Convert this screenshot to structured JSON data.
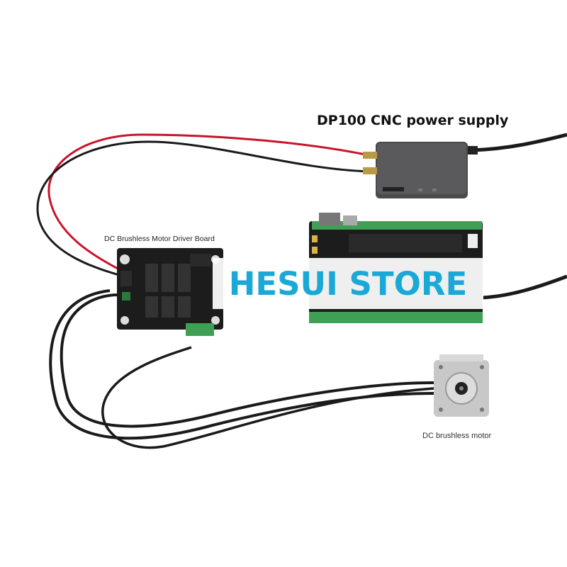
{
  "labels": {
    "power_supply": "DP100 CNC power supply",
    "driver_board": "DC Brushless Motor Driver Board",
    "motor": "DC brushless motor"
  },
  "watermark": {
    "text": "HESUI STORE",
    "color": "#1aa9d6"
  },
  "colors": {
    "red_wire": "#c8142a",
    "black_wire": "#1a1a1a",
    "pcb_board": "#1c1c1c",
    "terminal_green": "#3fa055",
    "psu_case": "#4a4a4c"
  }
}
